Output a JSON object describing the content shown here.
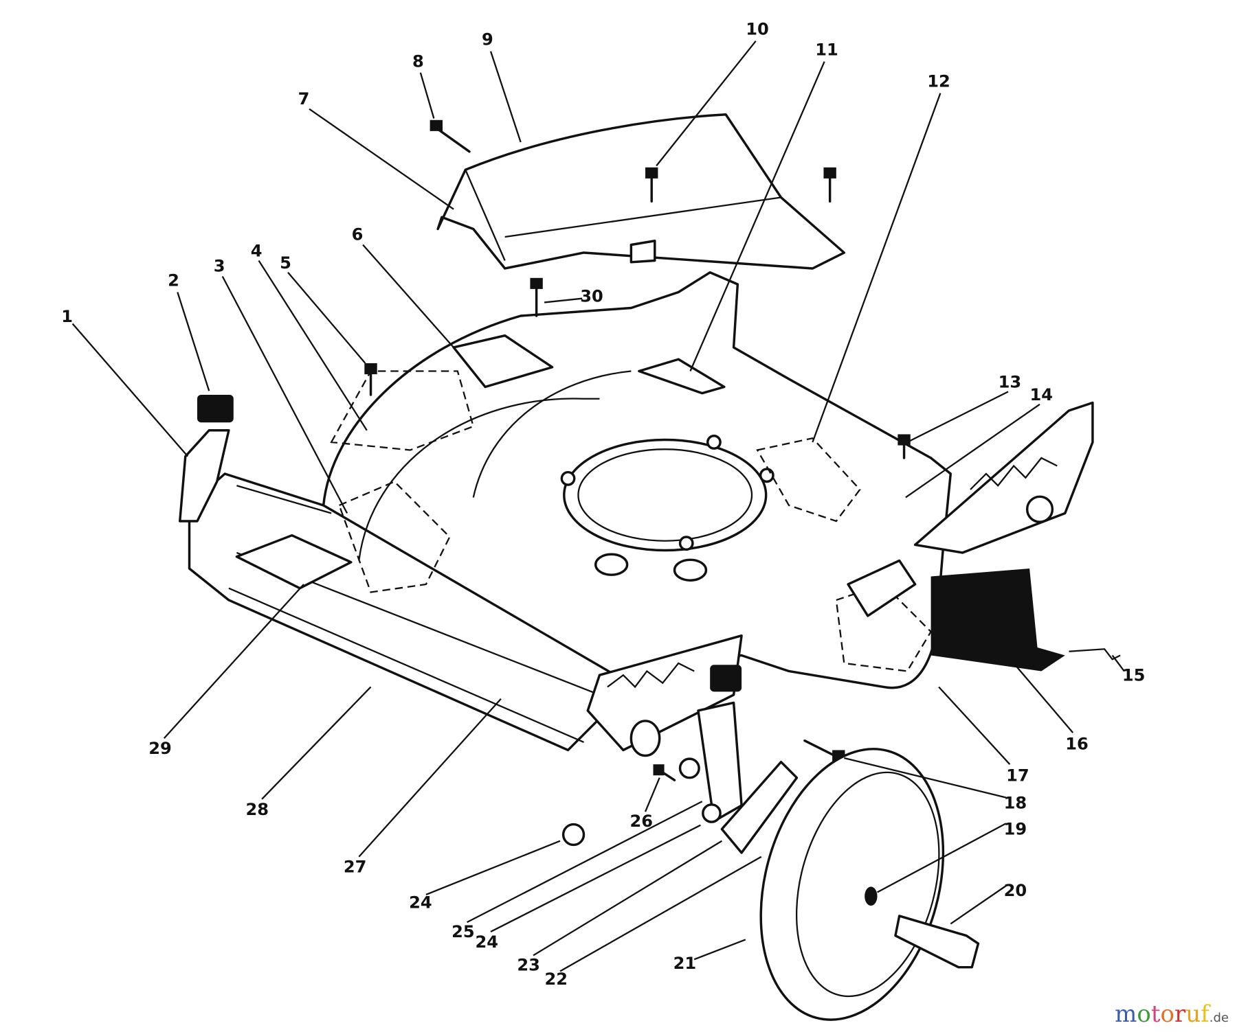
{
  "diagram": {
    "callouts": [
      "1",
      "2",
      "3",
      "4",
      "5",
      "6",
      "7",
      "8",
      "9",
      "10",
      "11",
      "12",
      "13",
      "14",
      "15",
      "16",
      "17",
      "18",
      "19",
      "20",
      "21",
      "22",
      "23",
      "24",
      "25",
      "24",
      "26",
      "27",
      "28",
      "29",
      "30"
    ]
  },
  "watermark": {
    "text": "motoruf",
    "suffix": ".de",
    "letter_colors": [
      "#3a5ba8",
      "#3a9a3a",
      "#d0457a",
      "#e0702a",
      "#d33030",
      "#e8a020",
      "#e8c020"
    ]
  }
}
